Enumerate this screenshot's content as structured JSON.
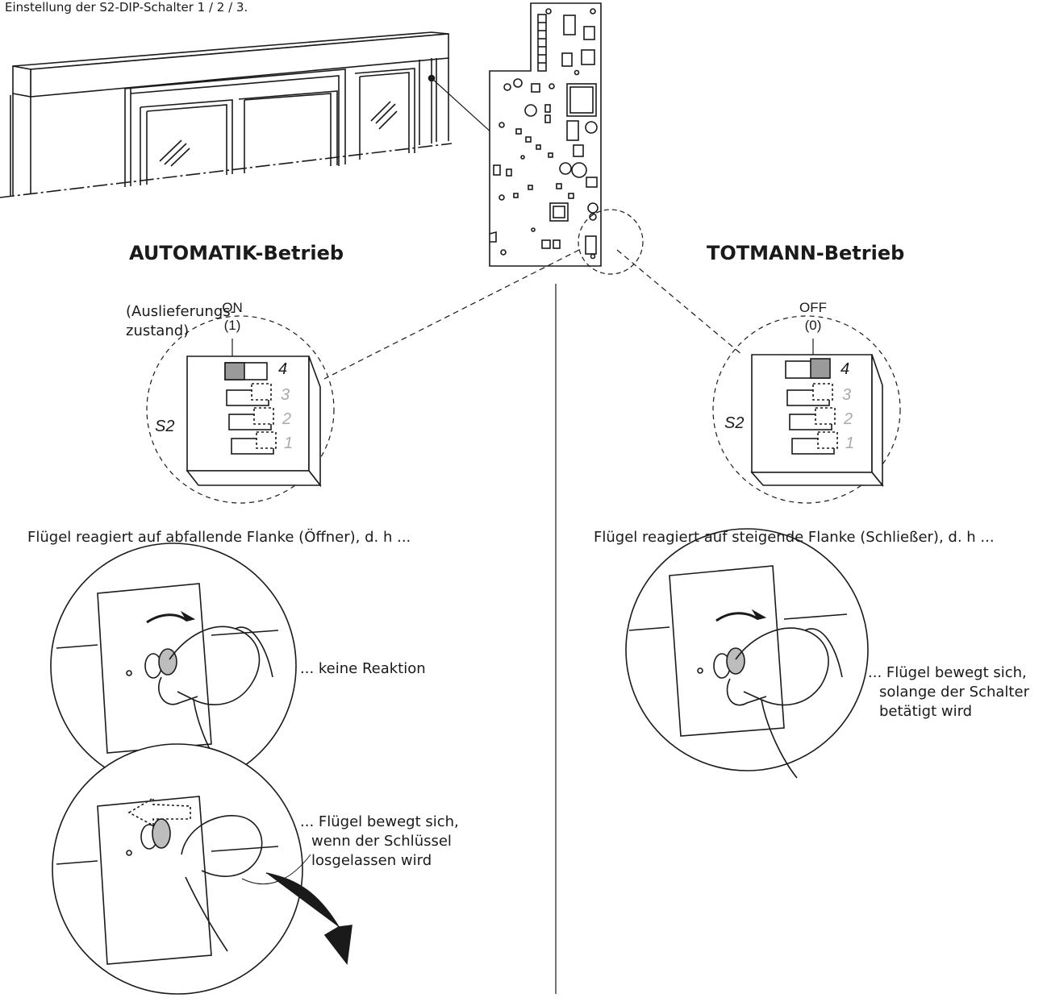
{
  "caption": "Einstellung der S2-DIP-Schalter 1 / 2 / 3.",
  "left_panel": {
    "title": "AUTOMATIK-Betrieb",
    "default_note_line1": "(Auslieferungs-",
    "default_note_line2": "zustand)",
    "state_label": "ON",
    "state_value": "(1)",
    "switch_label": "S2",
    "switch_numbers": [
      "4",
      "3",
      "2",
      "1"
    ],
    "description": "Flügel reagiert auf abfallende Flanke (Öffner), d. h ...",
    "result_turn": "... keine Reaktion",
    "result_release_lines": [
      "... Flügel bewegt sich,",
      "wenn der Schlüssel",
      "losgelassen wird"
    ]
  },
  "right_panel": {
    "title": "TOTMANN-Betrieb",
    "state_label": "OFF",
    "state_value": "(0)",
    "switch_label": "S2",
    "switch_numbers": [
      "4",
      "3",
      "2",
      "1"
    ],
    "description": "Flügel reagiert auf steigende Flanke (Schließer), d. h ...",
    "result_hold_lines": [
      "... Flügel bewegt sich,",
      "solange der Schalter",
      "betätigt wird"
    ]
  },
  "colors": {
    "line": "#1a1a1a",
    "knob": "#9a9a9a",
    "background": "#ffffff"
  }
}
